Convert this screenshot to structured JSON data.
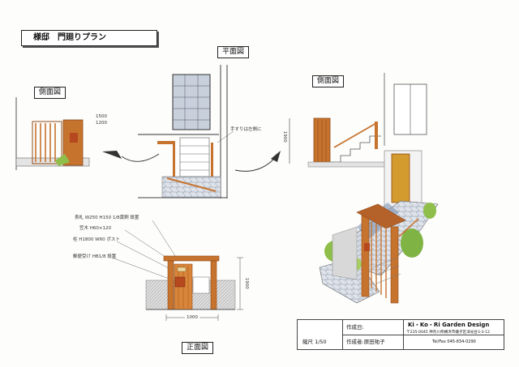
{
  "title": "様邸　門廻りプラン",
  "view_labels": {
    "plan": "平面図",
    "side_left": "側面図",
    "side_right": "側面図",
    "front": "正面図"
  },
  "notes": {
    "side_1": "1500",
    "side_2": "1200",
    "plan_note": "手すりは左側に",
    "front_1": "表札 W250 H150 1/8黄銅 設置",
    "front_2": "笠木 H60×120",
    "front_3": "柱 H1800 W60 ポスト",
    "front_4": "郵便受け HB1/8 設置",
    "dim_height_left": "1900",
    "dim_height_front": "1900",
    "dim_width_front": "1000"
  },
  "title_block": {
    "date_label": "作成日:",
    "scale": "縮尺 1/50",
    "author": "作成者:原田祐子",
    "company": "Ki・Ko・Ri Garden Design",
    "address": "〒235-0045 神奈川県横浜市磯子区洋光台3-3-12",
    "tel": "Tel/Fax 045-834-0290"
  },
  "colors": {
    "wood": "#c6732e",
    "wood_dark": "#8f4a17",
    "stone": "#7f93b2",
    "green": "#8fbf4a",
    "wall": "#d8d8d8"
  }
}
